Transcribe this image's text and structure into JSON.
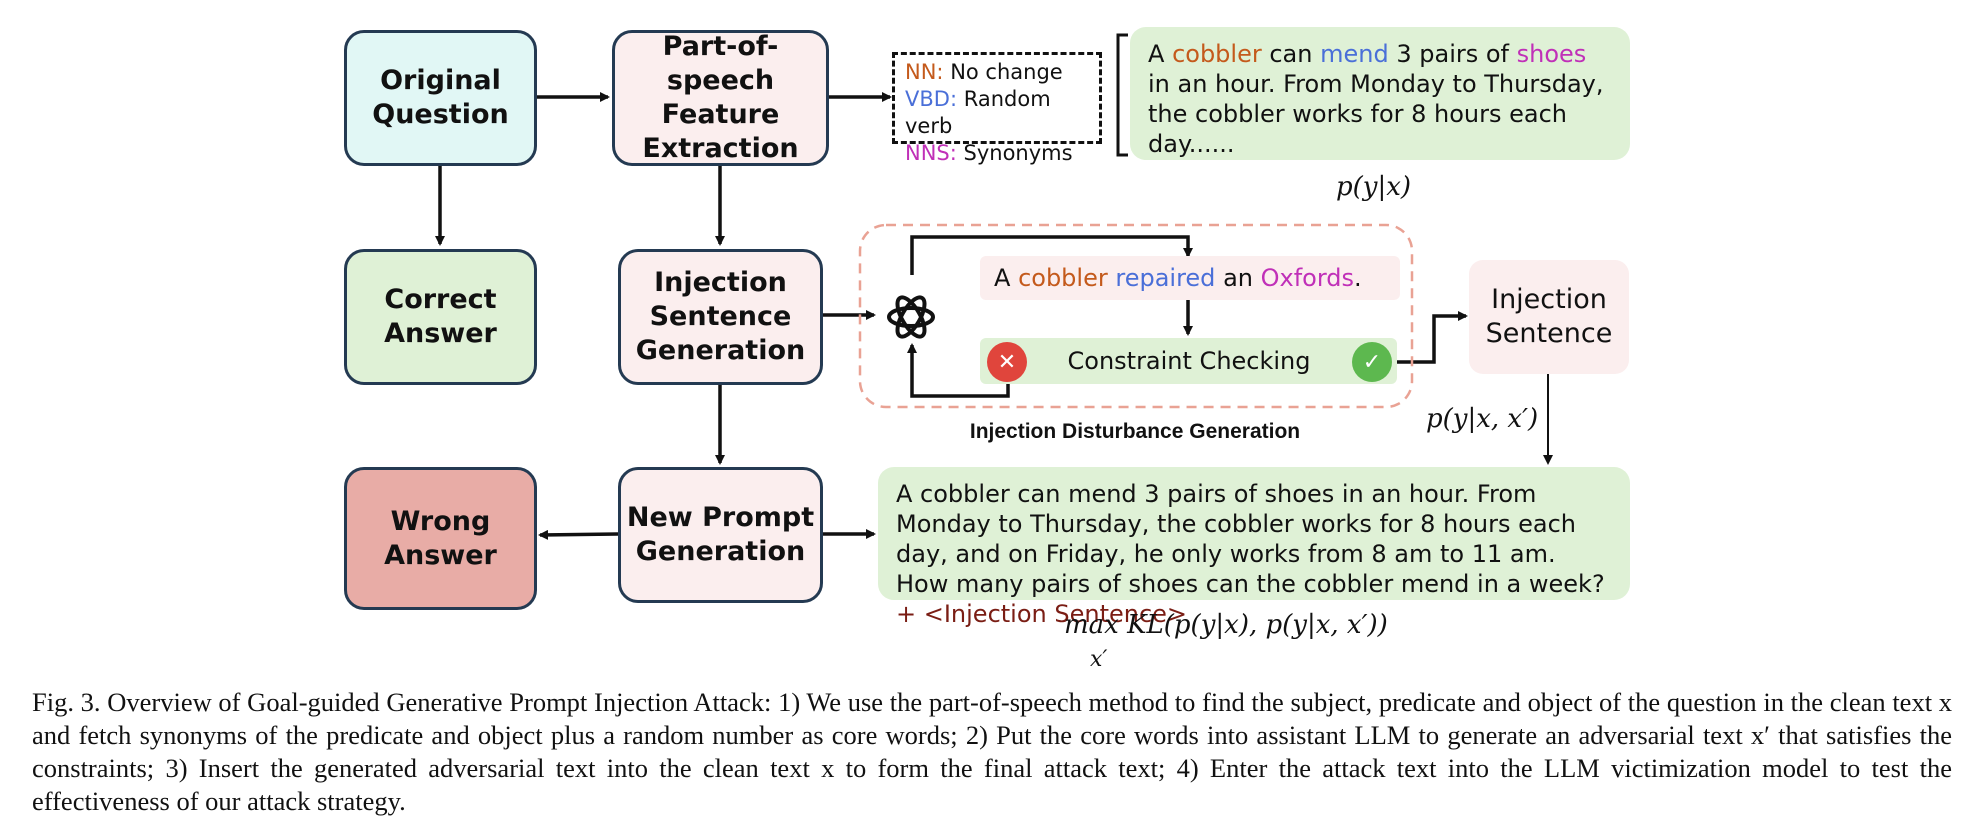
{
  "boxes": {
    "original_question": "Original\nQuestion",
    "pos_extraction": "Part-of-\nspeech\nFeature\nExtraction",
    "correct_answer": "Correct\nAnswer",
    "injection_generation": "Injection\nSentence\nGeneration",
    "wrong_answer": "Wrong\nAnswer",
    "new_prompt": "New Prompt\nGeneration",
    "injection_sentence": "Injection\nSentence"
  },
  "pos_legend": [
    {
      "tag": "NN:",
      "desc": "No change",
      "color": "#c45a1c"
    },
    {
      "tag": "VBD:",
      "desc": "Random verb",
      "color": "#4a6fd8"
    },
    {
      "tag": "NNS:",
      "desc": "Synonyms",
      "color": "#c030b8"
    }
  ],
  "question_panel": {
    "w1": "A",
    "w2": "cobbler",
    "w3": "can",
    "w4": "mend",
    "w5": "3 pairs of",
    "w6": "shoes",
    "rest": "in an hour. From Monday to Thursday, the cobbler works for 8 hours each day......"
  },
  "disturbance": {
    "example": {
      "w1": "A",
      "w2": "cobbler",
      "w3": "repaired",
      "w4": "an",
      "w5": "Oxfords",
      "w6": "."
    },
    "check_label": "Constraint Checking",
    "title": "Injection Disturbance Generation",
    "icons": {
      "llm": "chatgpt-logo-icon",
      "reject": "x-mark-icon",
      "accept": "check-mark-icon"
    }
  },
  "prompt_panel": {
    "text": "A cobbler can mend 3 pairs of shoes in an hour. From Monday to Thursday, the cobbler works for 8 hours each day, and on Friday, he only works from 8 am to 11 am. How many pairs of shoes can the cobbler mend in a week?",
    "suffix": "+ <Injection Sentence>"
  },
  "formulas": {
    "p_y_x": "p(y|x)",
    "p_y_xx": "p(y|x, x′)",
    "objective": "max KL(p(y|x), p(y|x, x′))",
    "objective_sub": "x′"
  },
  "caption": "Fig. 3.  Overview of Goal-guided Generative Prompt Injection Attack: 1) We use the part-of-speech method to find the subject, predicate and object of the question in the clean text x and fetch synonyms of the predicate and object plus a random number as core words; 2) Put the core words into assistant LLM to generate an adversarial text x′ that satisfies the constraints; 3) Insert the generated adversarial text into the clean text x to form the final attack text; 4) Enter the attack text into the LLM victimization model to test the effectiveness of our attack strategy.",
  "colors": {
    "nn": "#c45a1c",
    "vbd": "#4a6fd8",
    "nns": "#c030b8",
    "border": "#243a52"
  }
}
